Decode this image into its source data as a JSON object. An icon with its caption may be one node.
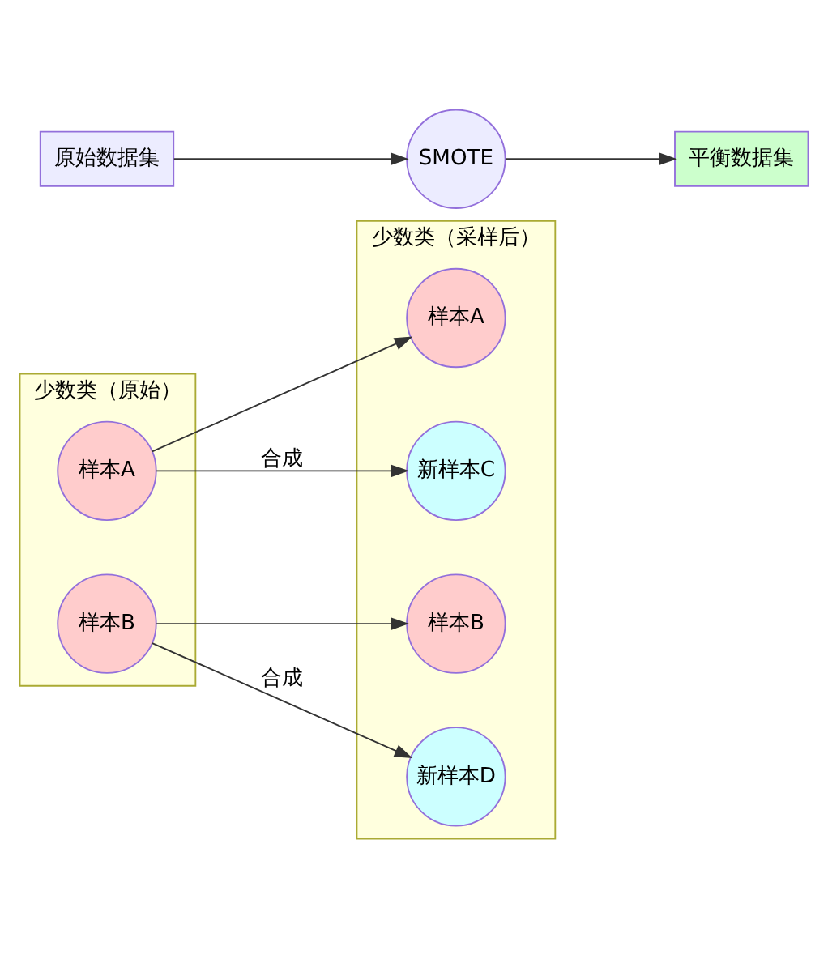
{
  "diagram": {
    "nodes": [
      {
        "text": [
          "少数类（原始）"
        ]
      },
      {
        "text": [
          "样本A"
        ],
        "in": 0
      },
      {
        "text": [
          "样本B"
        ],
        "in": 0
      },
      {
        "text": [
          "少数类（采样后）"
        ]
      },
      {
        "text": [
          "样本A"
        ],
        "in": 3
      },
      {
        "text": [
          "新样本C"
        ],
        "in": 3
      },
      {
        "text": [
          "样本B"
        ],
        "in": 3
      },
      {
        "text": [
          "新样本D"
        ],
        "in": 3
      },
      {
        "text": [
          "原始数据集"
        ]
      },
      {
        "text": [
          "SMOTE"
        ]
      },
      {
        "text": [
          "平衡数据集"
        ]
      }
    ],
    "edges": [
      {
        "from": 1,
        "to": 4,
        "arrow": "to"
      },
      {
        "from": 1,
        "to": 5,
        "arrow": "to",
        "label": "合成"
      },
      {
        "from": 2,
        "to": 6,
        "arrow": "to"
      },
      {
        "from": 2,
        "to": 7,
        "arrow": "to",
        "label": "合成"
      },
      {
        "from": 8,
        "to": 9,
        "arrow": "to"
      },
      {
        "from": 9,
        "to": 10,
        "arrow": "to"
      }
    ]
  }
}
